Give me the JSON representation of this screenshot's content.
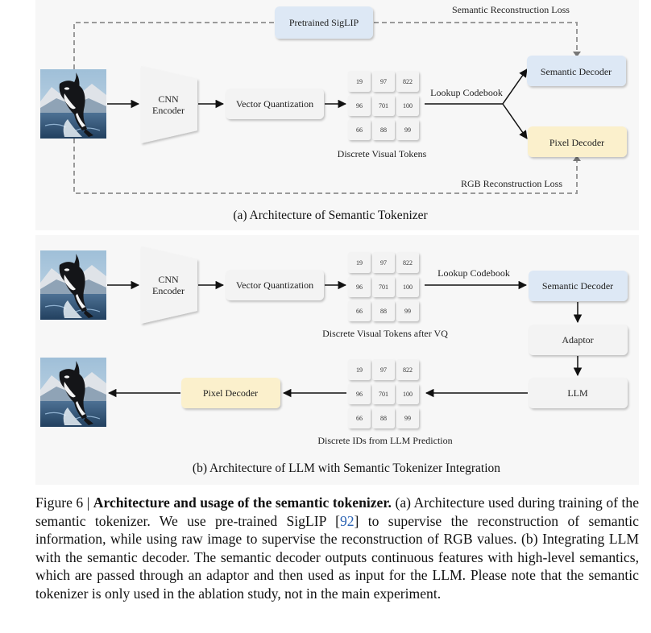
{
  "diagram_a": {
    "pretrained": "Pretrained SigLIP",
    "semantic_loss": "Semantic Reconstruction Loss",
    "rgb_loss": "RGB Reconstruction Loss",
    "cnn_line1": "CNN",
    "cnn_line2": "Encoder",
    "vq": "Vector Quantization",
    "lookup": "Lookup Codebook",
    "semantic_decoder": "Semantic Decoder",
    "pixel_decoder": "Pixel Decoder",
    "tokens_label": "Discrete Visual Tokens",
    "subcaption": "(a) Architecture of Semantic Tokenizer"
  },
  "diagram_b": {
    "cnn_line1": "CNN",
    "cnn_line2": "Encoder",
    "vq": "Vector Quantization",
    "lookup": "Lookup Codebook",
    "semantic_decoder": "Semantic Decoder",
    "adaptor": "Adaptor",
    "llm": "LLM",
    "pixel_decoder": "Pixel Decoder",
    "tokens_label_top": "Discrete Visual Tokens after VQ",
    "tokens_label_bottom": "Discrete IDs from LLM Prediction",
    "subcaption": "(b) Architecture of LLM with Semantic Tokenizer Integration"
  },
  "token_grid": [
    "19",
    "97",
    "822",
    "96",
    "701",
    "100",
    "66",
    "88",
    "99"
  ],
  "caption": {
    "prefix": "Figure 6 | ",
    "bold": "Architecture and usage of the semantic tokenizer.",
    "part1": " (a) Architecture used during training of the semantic tokenizer. We use pre-trained SigLIP [",
    "ref": "92",
    "part2": "] to supervise the reconstruction of semantic information, while using raw image to supervise the reconstruction of RGB values. (b) Integrating LLM with the semantic decoder.  The semantic decoder outputs continuous features with high-level semantics, which are passed through an adaptor and then used as input for the LLM. Please note that the semantic tokenizer is only used in the ablation study, not in the main experiment."
  },
  "colors": {
    "panel_bg": "#f7f7f7",
    "box_gray": "#f3f3f3",
    "box_blue": "#dde8f5",
    "box_yellow": "#fbf0cc",
    "sky": "#a9c6dc",
    "water": "#2d4f72",
    "mountain": "#d8dde3",
    "whale_black": "#141518"
  }
}
